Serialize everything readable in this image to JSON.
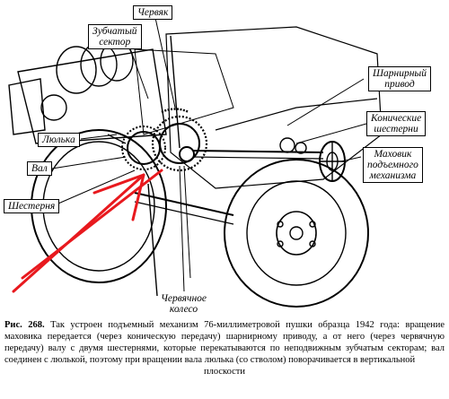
{
  "labels": {
    "chervyak": "Червяк",
    "zubchaty_line1": "Зубчатый",
    "zubchaty_line2": "сектор",
    "sharnirny_line1": "Шарнирный",
    "sharnirny_line2": "привод",
    "konicheskie_line1": "Конические",
    "konicheskie_line2": "шестерни",
    "mahovik_line1": "Маховик",
    "mahovik_line2": "подъемного",
    "mahovik_line3": "механизма",
    "lyulka": "Люлька",
    "val": "Вал",
    "shesternya": "Шестерня",
    "chervyachnoe_line1": "Червячное",
    "chervyachnoe_line2": "колесо"
  },
  "caption": {
    "fig": "Рис. 268.",
    "text": "Так устроен подъемный механизм 76-миллиметровой пушки образца 1942 года: вращение маховика передается (через коническую передачу) шарнирному приводу, а от него (через червячную передачу) валу с двумя шестернями, которые перекатываются по неподвижным зубчатым секторам; вал соединен с люлькой, поэтому при вращении вала люлька (со стволом) поворачивается в вертикальной",
    "last": "плоскости"
  },
  "colors": {
    "ink": "#000000",
    "paper": "#ffffff",
    "arrow": "#e8191e"
  }
}
